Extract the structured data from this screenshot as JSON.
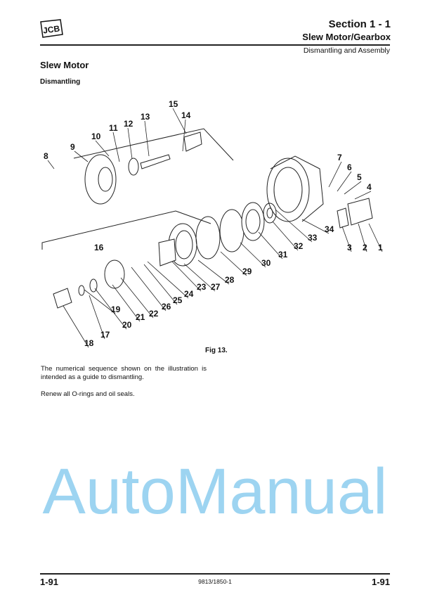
{
  "header": {
    "logo": "JCB",
    "section": "Section 1 - 1",
    "subsection": "Slew Motor/Gearbox",
    "topic": "Dismantling and Assembly"
  },
  "content": {
    "heading": "Slew Motor",
    "subheading": "Dismantling",
    "figure": {
      "caption": "Fig 13.",
      "callouts": [
        "1",
        "2",
        "3",
        "4",
        "5",
        "6",
        "7",
        "8",
        "9",
        "10",
        "11",
        "12",
        "13",
        "14",
        "15",
        "16",
        "17",
        "18",
        "19",
        "20",
        "21",
        "22",
        "23",
        "24",
        "25",
        "26",
        "27",
        "28",
        "29",
        "30",
        "31",
        "32",
        "33",
        "34"
      ]
    },
    "paragraphs": [
      "The numerical sequence shown on the illustration is intended as a guide to dismantling.",
      "Renew all O-rings and oil seals."
    ]
  },
  "footer": {
    "page_left": "1-91",
    "doc_number": "9813/1850-1",
    "page_right": "1-91"
  },
  "watermark": {
    "text": "AutoManual",
    "color": "#5bb8e8"
  }
}
